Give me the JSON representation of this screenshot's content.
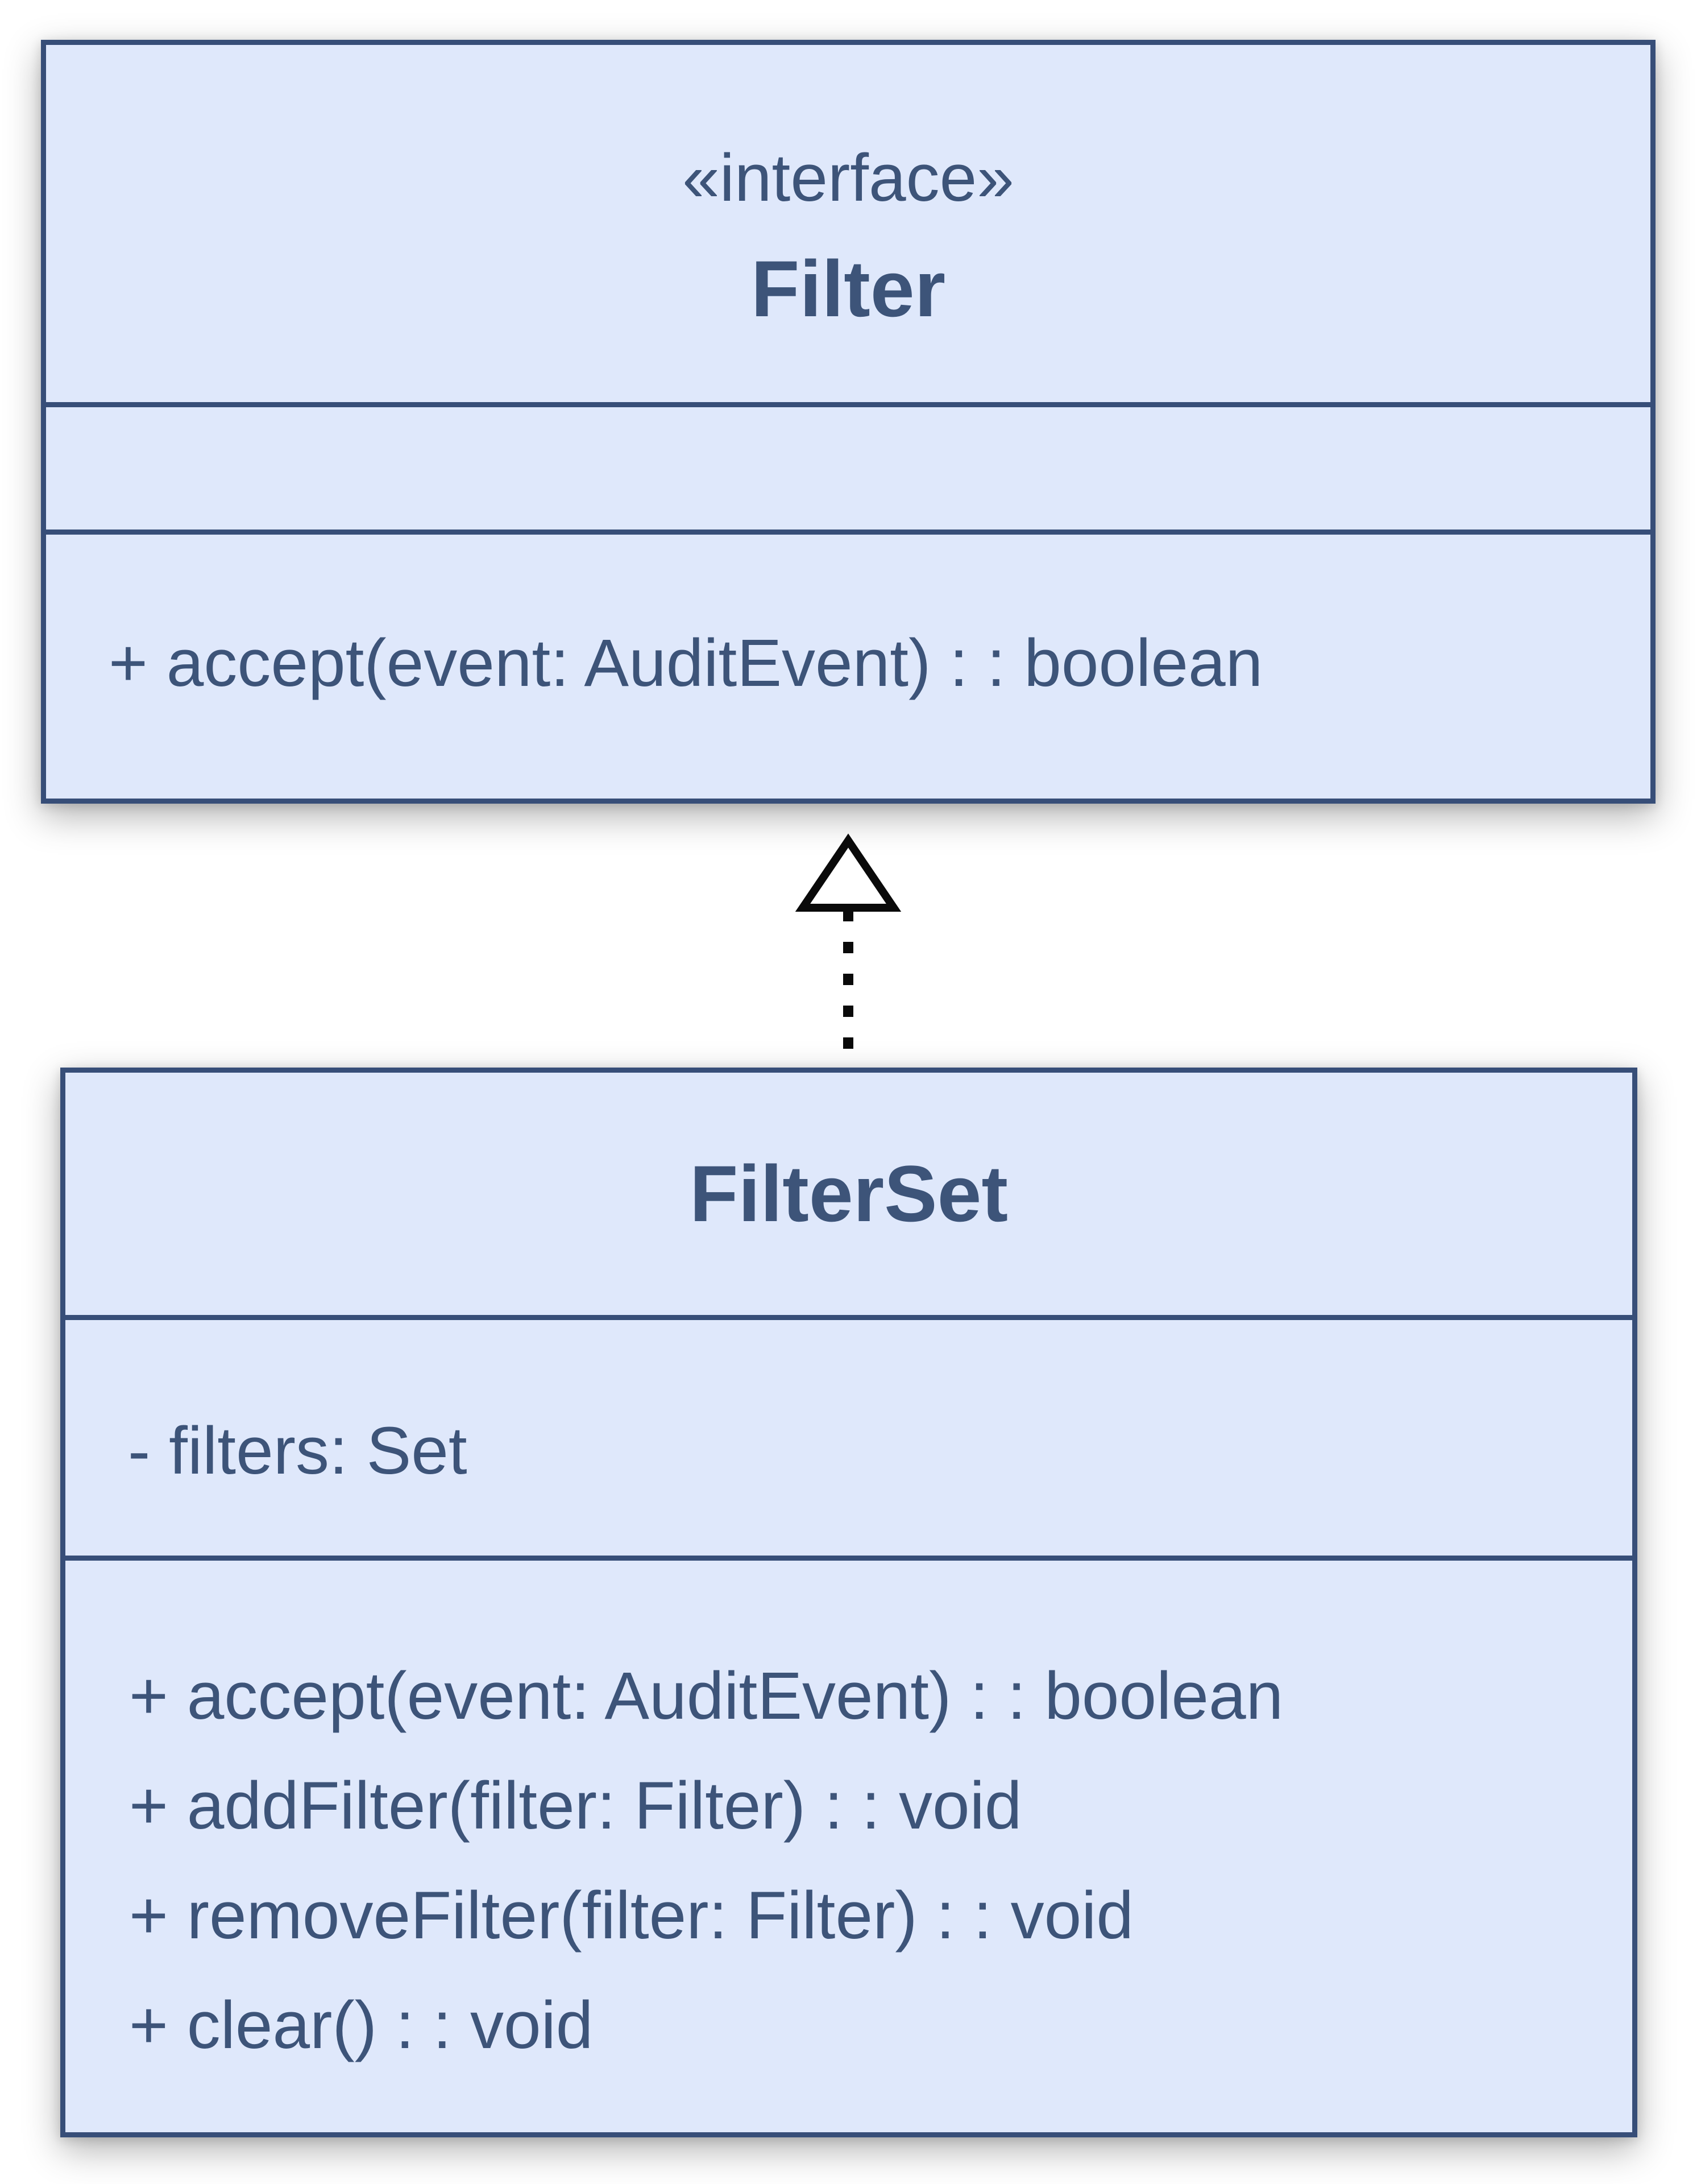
{
  "colors": {
    "page_background": "#ffffff",
    "box_fill": "#dfe8fb",
    "box_border": "#374e78",
    "text": "#3d5479",
    "arrow": "#0a0a0a"
  },
  "classes": {
    "filter": {
      "stereotype": "«interface»",
      "name": "Filter",
      "attributes": [],
      "methods": [
        "+ accept(event: AuditEvent) : : boolean"
      ]
    },
    "filterset": {
      "name": "FilterSet",
      "attributes": [
        "- filters: Set"
      ],
      "methods": [
        "+ accept(event: AuditEvent) : : boolean",
        "+ addFilter(filter: Filter) : : void",
        "+ removeFilter(filter: Filter) : : void",
        "+ clear() : : void"
      ]
    }
  },
  "relationship": {
    "type": "realization",
    "from": "FilterSet",
    "to": "Filter",
    "line_style": "dashed",
    "arrowhead": "hollow-triangle"
  }
}
